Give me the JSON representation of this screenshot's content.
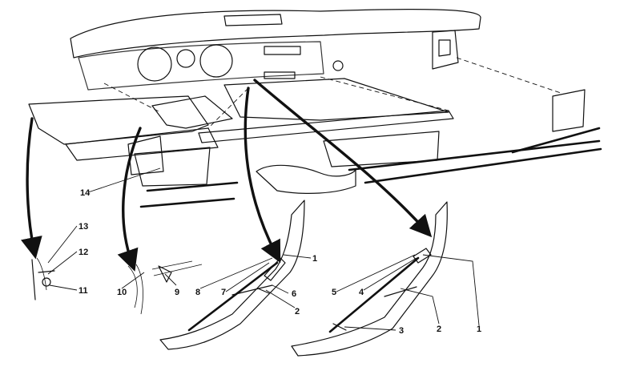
{
  "callouts": {
    "c1a": "1",
    "c1b": "1",
    "c2a": "2",
    "c2b": "2",
    "c3": "3",
    "c4": "4",
    "c5": "5",
    "c6": "6",
    "c7": "7",
    "c8": "8",
    "c9": "9",
    "c10": "10",
    "c11": "11",
    "c12": "12",
    "c13": "13",
    "c14": "14"
  },
  "colors": {
    "ink": "#111111",
    "paper": "#ffffff"
  }
}
